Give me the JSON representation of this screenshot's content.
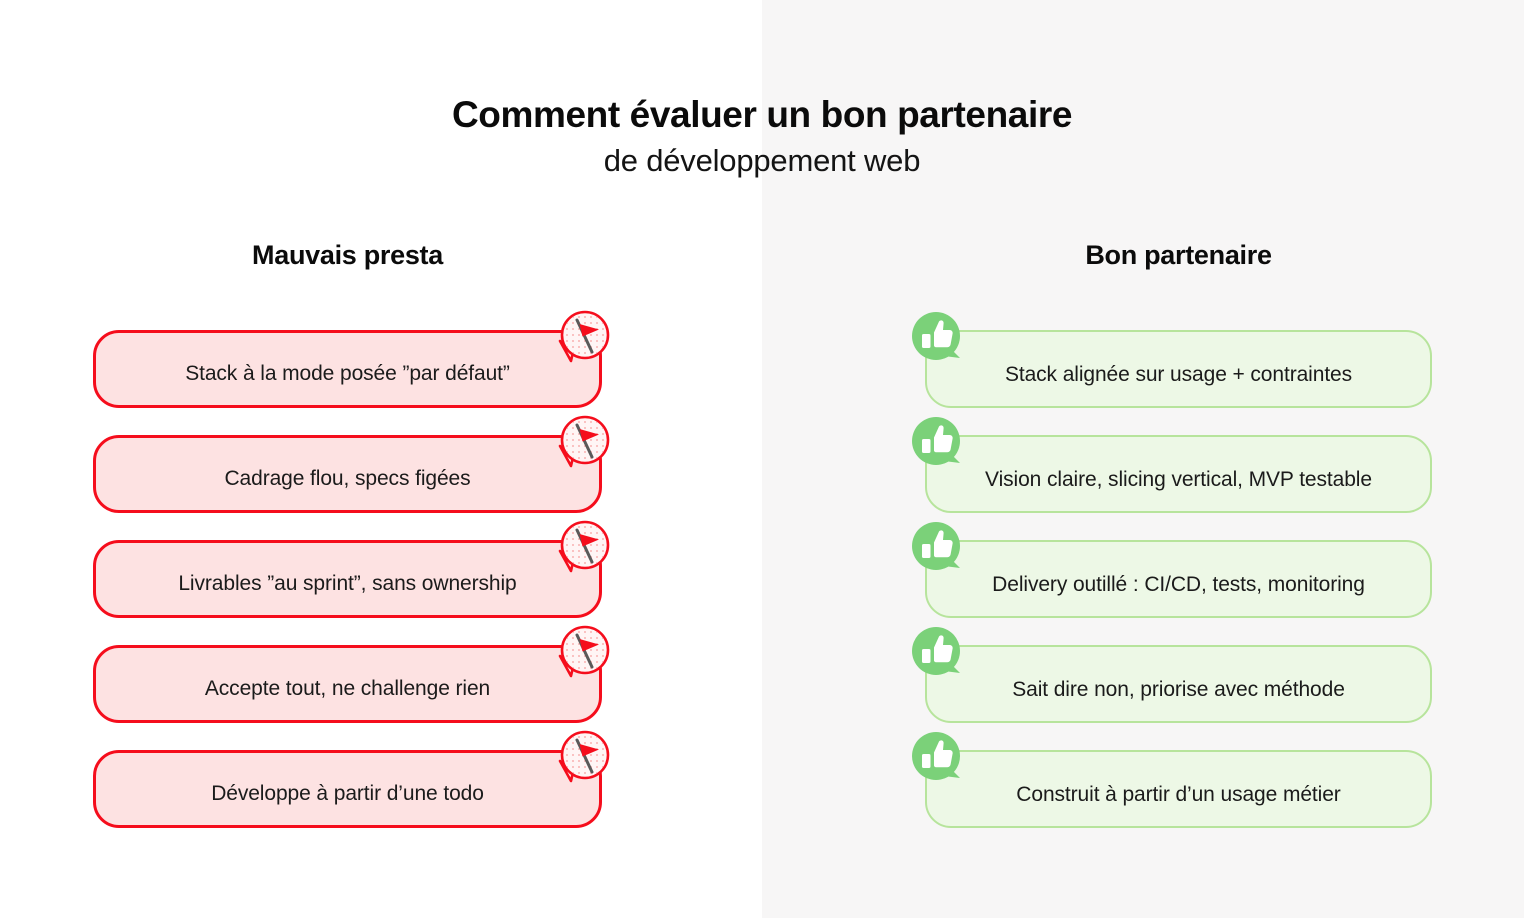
{
  "title": {
    "main": "Comment évaluer un bon partenaire",
    "sub": "de développement web"
  },
  "colors": {
    "background_left": "#ffffff",
    "background_right": "#f7f6f6",
    "bad_border": "#f50d1c",
    "bad_fill": "#fde2e2",
    "good_border": "#b7e49c",
    "good_fill": "#edf8e6",
    "good_badge": "#7bd179",
    "text": "#1b1b1b"
  },
  "columns": [
    {
      "heading": "Mauvais presta",
      "tone": "bad",
      "badge_icon": "red-flag-icon",
      "items": [
        "Stack à la mode posée ”par défaut”",
        "Cadrage flou, specs figées",
        "Livrables ”au sprint”, sans ownership",
        "Accepte tout, ne challenge rien",
        "Développe à partir d’une todo"
      ]
    },
    {
      "heading": "Bon partenaire",
      "tone": "good",
      "badge_icon": "thumbs-up-icon",
      "items": [
        "Stack alignée sur usage + contraintes",
        "Vision claire, slicing vertical, MVP testable",
        "Delivery outillé : CI/CD, tests, monitoring",
        "Sait dire non, priorise avec méthode",
        "Construit à partir d’un usage métier"
      ]
    }
  ]
}
